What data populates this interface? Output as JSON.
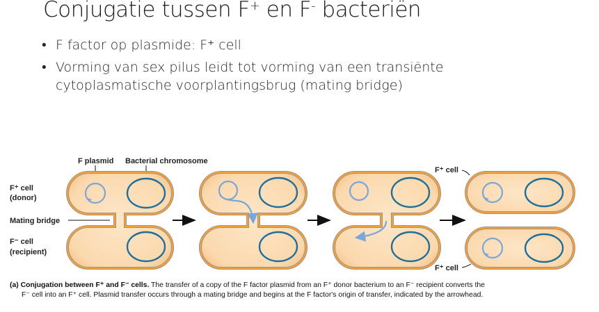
{
  "slide": {
    "title": "Conjugatie tussen F",
    "title_sup1": "+",
    "title_mid": " en F",
    "title_sup2": "-",
    "title_end": " bacteriën",
    "bullets": [
      {
        "text": "F factor op plasmide: F⁺ cell"
      },
      {
        "text": "Vorming van sex pilus leidt tot vorming van een transiënte cytoplasmatische voorplantingsbrug (mating bridge)"
      }
    ]
  },
  "figure": {
    "labels": {
      "f_plasmid": "F plasmid",
      "bacterial_chromosome": "Bacterial chromosome",
      "donor_line1": "F⁺ cell",
      "donor_line2": "(donor)",
      "mating_bridge": "Mating bridge",
      "recipient_line1": "F⁻ cell",
      "recipient_line2": "(recipient)",
      "result_top": "F⁺ cell",
      "result_bottom": "F⁺ cell"
    },
    "stages": [
      {
        "stage": 1,
        "description": "F+ donor with F plasmid joined to F- recipient by mating bridge"
      },
      {
        "stage": 2,
        "description": "Plasmid copy begins transfer through mating bridge"
      },
      {
        "stage": 3,
        "description": "Plasmid copy enters recipient cell"
      },
      {
        "stage": 4,
        "description": "Cells separate; both are F+ cells"
      }
    ],
    "colors": {
      "cell_fill": "#fbdcb4",
      "cell_border": "#f0a23c",
      "cell_outer": "#9a9088",
      "chromosome": "#1f6f9a",
      "plasmid": "#7ba6d8",
      "arrow": "#111111"
    }
  },
  "caption": {
    "prefix": "(a) ",
    "lead": "Conjugation between F⁺ and F⁻ cells.",
    "body1": " The transfer of a copy of the F factor plasmid from an F⁺ donor bacterium to an F⁻ recipient converts the",
    "body2": "F⁻ cell into an F⁺ cell. Plasmid transfer occurs through a mating bridge and begins at the F factor's origin of transfer, indicated by the  arrowhead."
  }
}
